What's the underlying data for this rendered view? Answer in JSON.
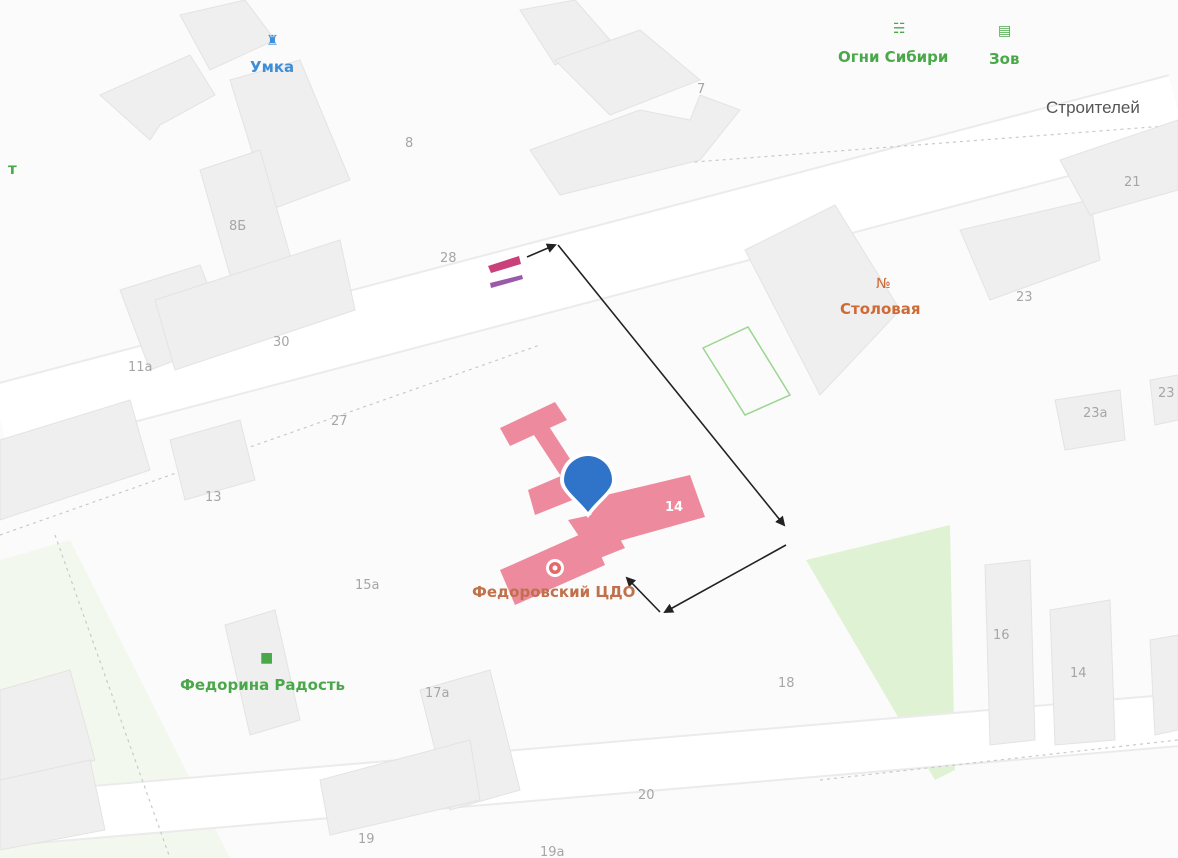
{
  "colors": {
    "background": "#fbfbfb",
    "building": "#efefef",
    "building_outline": "#e2e2e2",
    "school": "#ee8a9d",
    "park": "#dff3d4",
    "marker": "#2f74c8",
    "pharmacy_green": "#4aa84a",
    "kindergarten_blue": "#3f8fd8",
    "food_orange": "#d06a34",
    "school_label": "#c0704a",
    "arrow": "#222222"
  },
  "pois": {
    "umka": {
      "name": "Умка",
      "icon": "kindergarten-icon"
    },
    "ogni_sibiri": {
      "name": "Огни Сибири",
      "icon": "basket-icon"
    },
    "zov": {
      "name": "Зов",
      "icon": "cart-icon"
    },
    "stolovaya": {
      "name": "Столовая",
      "icon": "fork-knife-icon"
    },
    "fedorovsky_cdo": {
      "name": "Федоровский ЦДО",
      "icon": "school-icon"
    },
    "fedorina_radost": {
      "name": "Федорина Радость",
      "icon": "shopping-bag-icon"
    }
  },
  "streets": {
    "stroiteley": "Строителей"
  },
  "edge_fragment": "т",
  "building_numbers": {
    "n7": "7",
    "n8": "8",
    "n8b": "8Б",
    "n28": "28",
    "n30": "30",
    "n11a": "11а",
    "n27": "27",
    "n13": "13",
    "n15a": "15а",
    "n17a": "17а",
    "n18": "18",
    "n20": "20",
    "n19": "19",
    "n19a": "19а",
    "n21": "21",
    "n23": "23",
    "n23a": "23а",
    "n23edge": "23",
    "n16": "16",
    "n14": "14",
    "n14school": "14"
  }
}
